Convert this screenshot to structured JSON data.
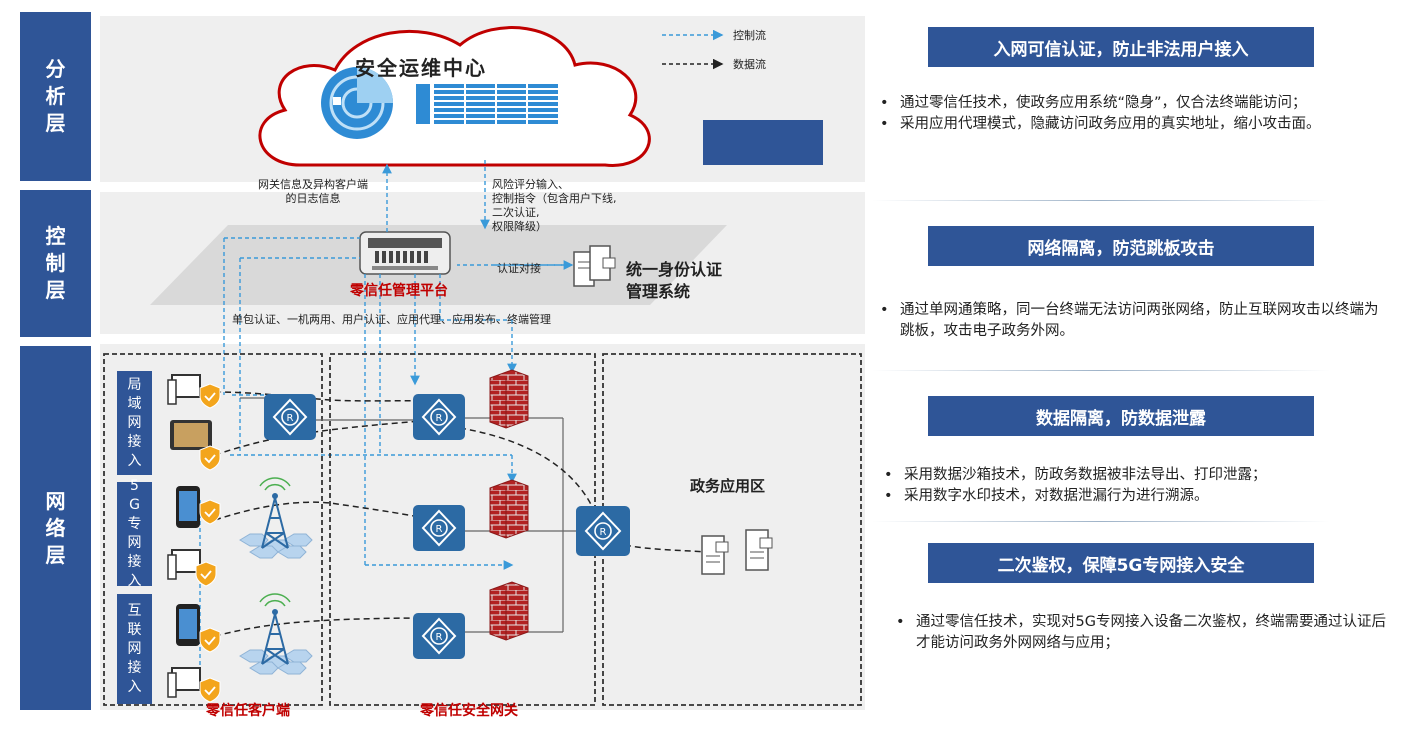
{
  "layers": {
    "analysis": "分析层",
    "control": "控制层",
    "network": "网络层"
  },
  "legend": {
    "control_flow": "控制流",
    "data_flow": "数据流"
  },
  "analysis": {
    "soc_title": "安全运维中心"
  },
  "control": {
    "left_note_line1": "网关信息及异构客户端",
    "left_note_line2": "的日志信息",
    "right_note_lines": [
      "风险评分输入、",
      "控制指令（包含用户下线,",
      "二次认证,",
      "权限降级）"
    ],
    "platform_label": "零信任管理平台",
    "auth_link": "认证对接",
    "identity_system_line1": "统一身份认证",
    "identity_system_line2": "管理系统",
    "functions": "单包认证、一机两用、用户认证、应用代理、应用发布、终端管理"
  },
  "network": {
    "access_lan": "局域网接入",
    "access_5g": "5G专网接入",
    "access_internet": "互联网接入",
    "gov_app_zone": "政务应用区",
    "client_label": "零信任客户端",
    "gateway_label": "零信任安全网关"
  },
  "features": [
    {
      "title": "入网可信认证，防止非法用户接入",
      "bullets": [
        "通过零信任技术，使政务应用系统“隐身”，仅合法终端能访问；",
        "采用应用代理模式，隐藏访问政务应用的真实地址，缩小攻击面。"
      ]
    },
    {
      "title": "网络隔离，防范跳板攻击",
      "bullets": [
        "通过单网通策略，同一台终端无法访问两张网络，防止互联网攻击以终端为跳板，攻击电子政务外网。"
      ]
    },
    {
      "title": "数据隔离，防数据泄露",
      "bullets": [
        "采用数据沙箱技术，防政务数据被非法导出、打印泄露；",
        "采用数字水印技术，对数据泄漏行为进行溯源。"
      ]
    },
    {
      "title": "二次鉴权，保障5G专网接入安全",
      "bullets": [
        "通过零信任技术，实现对5G专网接入设备二次鉴权，终端需要通过认证后才能访问政务外网网络与应用；"
      ]
    }
  ],
  "colors": {
    "layer_blue": "#2f5597",
    "router_blue": "#2c6aa4",
    "label_red": "#c00000",
    "control_flow": "#3a9ad9",
    "shield_orange": "#f3a51c"
  },
  "icons": [
    "radar-icon",
    "server-rack-icon",
    "management-appliance-icon",
    "identity-server-icon",
    "pc-icon",
    "phone-icon",
    "shield-icon",
    "router-icon",
    "firewall-icon",
    "cell-tower-icon",
    "app-server-icon"
  ]
}
